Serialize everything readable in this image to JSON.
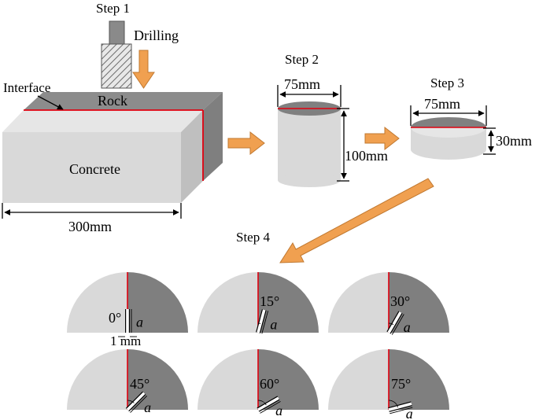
{
  "steps": {
    "step1": "Step 1",
    "step2": "Step 2",
    "step3": "Step 3",
    "step4": "Step 4"
  },
  "labels": {
    "drilling": "Drilling",
    "interface": "Interface",
    "rock": "Rock",
    "concrete": "Concrete",
    "block_length": "300mm",
    "core_diameter": "75mm",
    "core_height": "100mm",
    "disc_diameter": "75mm",
    "disc_thickness": "30mm",
    "notch_width": "1 mm",
    "notch_length_symbol": "a"
  },
  "notch_angles": [
    "0°",
    "15°",
    "30°",
    "45°",
    "60°",
    "75°"
  ],
  "colors": {
    "concrete_light": "#d9d9d9",
    "concrete_side": "#bfbfbf",
    "rock_dark": "#7f7f7f",
    "rock_top": "#8c8c8c",
    "interface_red": "#e0000f",
    "arrow_orange": "#f0a050",
    "arrow_orange_edge": "#c07830"
  }
}
